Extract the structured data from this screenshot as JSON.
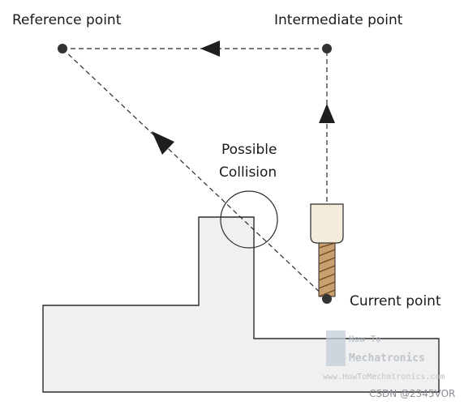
{
  "labels": {
    "reference": "Reference point",
    "intermediate": "Intermediate point",
    "current": "Current point",
    "collision": [
      "Possible",
      "Collision"
    ]
  },
  "watermark": {
    "logo_lines": [
      "How To",
      "Mechatronics"
    ],
    "url": "www.HowToMechatronics.com"
  },
  "credit": "CSDN @2345VOR",
  "colors": {
    "line": "#2b2b2b",
    "part_fill": "#f0f0f0",
    "tool_shank": "#f3ecdc",
    "tool_flute": "#c8a070",
    "watermark": "#b8c2cc"
  }
}
